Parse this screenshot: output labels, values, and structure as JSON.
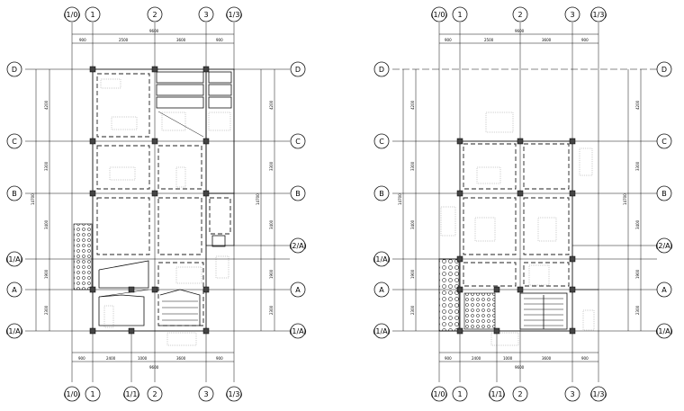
{
  "plans": [
    {
      "id": "left",
      "top_axes": [
        "(1/0)",
        "1",
        "2",
        "3",
        "(1/3)"
      ],
      "bottom_axes": [
        "(1/0)",
        "1",
        "(1/1)",
        "2",
        "3",
        "(1/3)"
      ],
      "side_axes": [
        "D",
        "C",
        "B",
        "(1/A)",
        "A",
        "(1/A)"
      ],
      "right_extra_axis": "(2/A)",
      "top_dims": [
        "900",
        "2500",
        "3600",
        "900"
      ],
      "top_total": "9600",
      "bottom_dims": [
        "900",
        "2400",
        "1000",
        "3600",
        "900"
      ],
      "bottom_total": "9600",
      "left_dims": [
        "4200",
        "3300",
        "3400",
        "1900",
        "2300"
      ],
      "left_total": "14700"
    },
    {
      "id": "right",
      "top_axes": [
        "(1/0)",
        "1",
        "2",
        "3",
        "(1/3)"
      ],
      "bottom_axes": [
        "(1/0)",
        "1",
        "(1/1)",
        "2",
        "3",
        "(1/3)"
      ],
      "side_axes": [
        "D",
        "C",
        "B",
        "(1/A)",
        "A",
        "(1/A)"
      ],
      "right_extra_axis": "(2/A)",
      "top_dims": [
        "900",
        "2500",
        "3600",
        "900"
      ],
      "top_total": "9600",
      "bottom_dims": [
        "900",
        "2400",
        "1000",
        "3600",
        "900"
      ],
      "bottom_total": "9600",
      "left_dims": [
        "4200",
        "3300",
        "3400",
        "1900",
        "2300"
      ],
      "left_total": "14700"
    }
  ]
}
